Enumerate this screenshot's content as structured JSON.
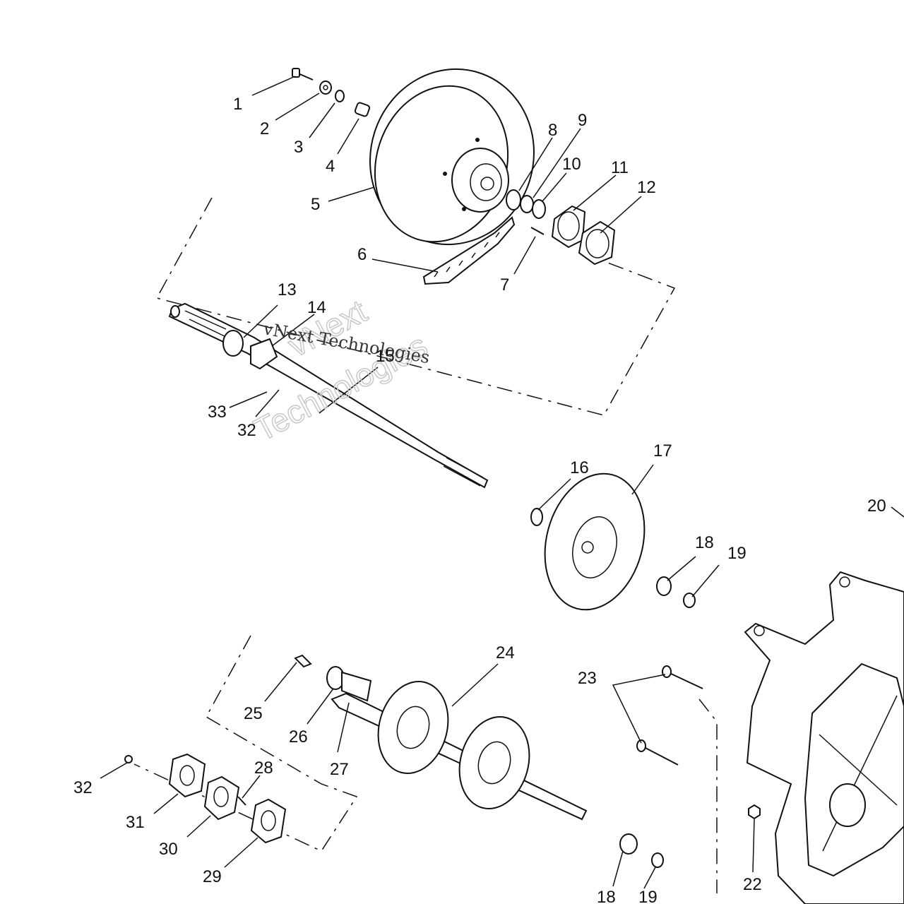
{
  "callouts": [
    {
      "id": "1",
      "text": "1"
    },
    {
      "id": "2",
      "text": "2"
    },
    {
      "id": "3",
      "text": "3"
    },
    {
      "id": "4",
      "text": "4"
    },
    {
      "id": "5",
      "text": "5"
    },
    {
      "id": "6",
      "text": "6"
    },
    {
      "id": "7",
      "text": "7"
    },
    {
      "id": "8",
      "text": "8"
    },
    {
      "id": "9",
      "text": "9"
    },
    {
      "id": "10",
      "text": "10"
    },
    {
      "id": "11",
      "text": "11"
    },
    {
      "id": "12",
      "text": "12"
    },
    {
      "id": "13",
      "text": "13"
    },
    {
      "id": "14",
      "text": "14"
    },
    {
      "id": "15",
      "text": "15"
    },
    {
      "id": "16",
      "text": "16"
    },
    {
      "id": "17",
      "text": "17"
    },
    {
      "id": "18a",
      "text": "18"
    },
    {
      "id": "19a",
      "text": "19"
    },
    {
      "id": "20",
      "text": "20"
    },
    {
      "id": "22",
      "text": "22"
    },
    {
      "id": "23",
      "text": "23"
    },
    {
      "id": "24",
      "text": "24"
    },
    {
      "id": "25",
      "text": "25"
    },
    {
      "id": "26",
      "text": "26"
    },
    {
      "id": "27",
      "text": "27"
    },
    {
      "id": "28",
      "text": "28"
    },
    {
      "id": "29",
      "text": "29"
    },
    {
      "id": "30",
      "text": "30"
    },
    {
      "id": "31",
      "text": "31"
    },
    {
      "id": "32a",
      "text": "32"
    },
    {
      "id": "33",
      "text": "33"
    },
    {
      "id": "32b",
      "text": "32"
    },
    {
      "id": "18b",
      "text": "18"
    },
    {
      "id": "19b",
      "text": "19"
    }
  ],
  "watermark": {
    "big_line1": "vNext",
    "big_line2": "Technologies",
    "small": "vNext Technologies"
  }
}
